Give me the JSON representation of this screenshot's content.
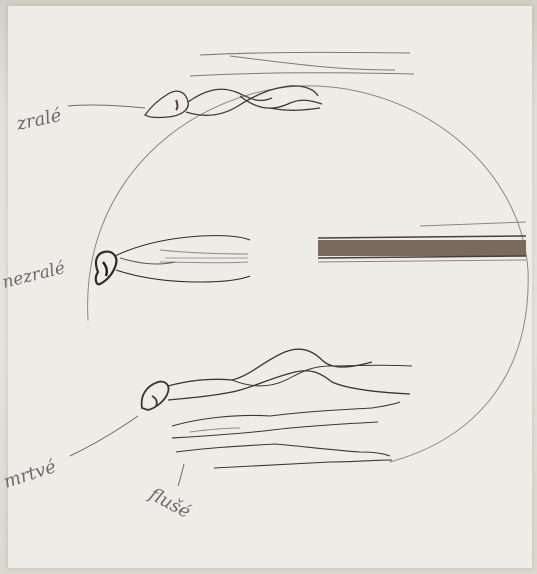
{
  "labels": {
    "zrale": "zralé",
    "nezrale": "nezralé",
    "mrtve": "mrtvé",
    "fluse": "flušé"
  },
  "colors": {
    "paper": "#eeece6",
    "pencil": "#6b6b6b",
    "dark_stroke": "#3a3530",
    "brown_fill": "#7a6a5e"
  }
}
